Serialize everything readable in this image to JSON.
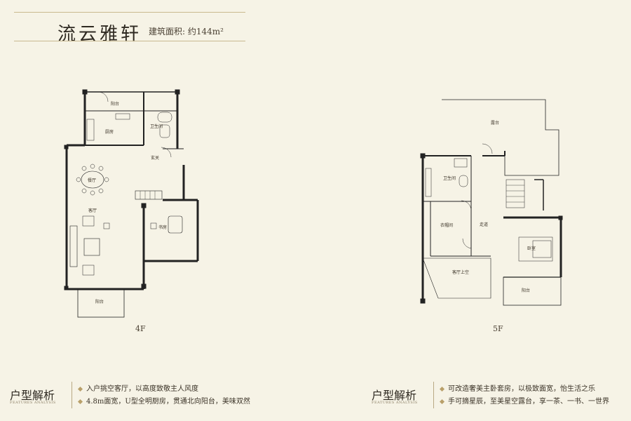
{
  "header": {
    "title": "流云雅轩",
    "area_text": "建筑面积: 约144m²"
  },
  "floor4": {
    "label": "4F",
    "rooms": {
      "balcony_top": "阳台",
      "kitchen": "厨房",
      "bathroom": "卫生间",
      "entrance": "玄关",
      "dining": "餐厅",
      "living": "客厅",
      "study": "书房",
      "balcony_bottom": "阳台"
    }
  },
  "floor5": {
    "label": "5F",
    "rooms": {
      "terrace": "露台",
      "bathroom": "卫生间",
      "closet": "衣帽间",
      "corridor": "走道",
      "bedroom": "卧室",
      "living_void": "客厅上空",
      "balcony": "阳台"
    }
  },
  "analysis_left": {
    "heading": "户型解析",
    "sub": "FEATURES ANALYSIS",
    "items": [
      "入户挑空客厅，以高度致敬主人风度",
      "4.8m面宽，U型全明厨房，贯通北向阳台，美味双然"
    ]
  },
  "analysis_right": {
    "heading": "户型解析",
    "sub": "FEATURES ANALYSIS",
    "items": [
      "可改造奢美主卧套房，以极致面宽，怡生活之乐",
      "手可摘星辰，至美星空露台，享一茶、一书、一世界"
    ]
  }
}
